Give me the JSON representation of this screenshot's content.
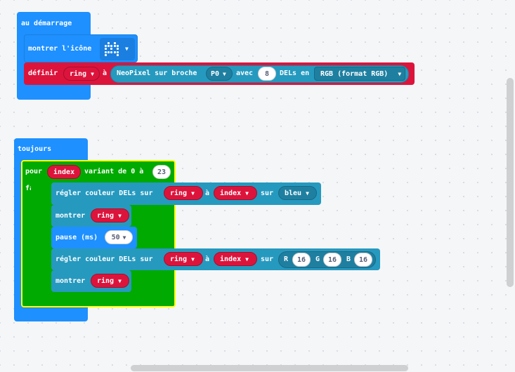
{
  "on_start": {
    "label": "au démarrage",
    "show_icon_label": "montrer l'icône",
    "icon_name": "space-invader-icon",
    "set_label": "définir",
    "set_var": "ring",
    "to_label": "à",
    "neopixel_label": "NeoPixel sur broche",
    "pin_value": "P0",
    "with_label": "avec",
    "led_count": "8",
    "leds_in_label": "DELs en",
    "mode_value": "RGB (format RGB)"
  },
  "forever": {
    "label": "toujours",
    "for_label": "pour",
    "for_var": "index",
    "range_label": "variant de 0 à",
    "range_end": "23",
    "do_label": "faire",
    "set_pixel_1": {
      "label": "régler couleur DELs sur",
      "strip": "ring",
      "to": "à",
      "index": "index",
      "on": "sur",
      "color": "bleu"
    },
    "show_1": {
      "label": "montrer",
      "strip": "ring"
    },
    "pause": {
      "label": "pause (ms)",
      "value": "50"
    },
    "set_pixel_2": {
      "label": "régler couleur DELs sur",
      "strip": "ring",
      "to": "à",
      "index": "index",
      "on": "sur",
      "r_label": "R",
      "r_value": "16",
      "g_label": "G",
      "g_value": "16",
      "b_label": "B",
      "b_value": "16"
    },
    "show_2": {
      "label": "montrer",
      "strip": "ring"
    }
  },
  "colors": {
    "basic": "#1e90ff",
    "led": "#5c80ff",
    "variables": "#dc143c",
    "neopixel": "#2699bf",
    "loops": "#00aa00",
    "selected_outline": "#ffff00"
  }
}
